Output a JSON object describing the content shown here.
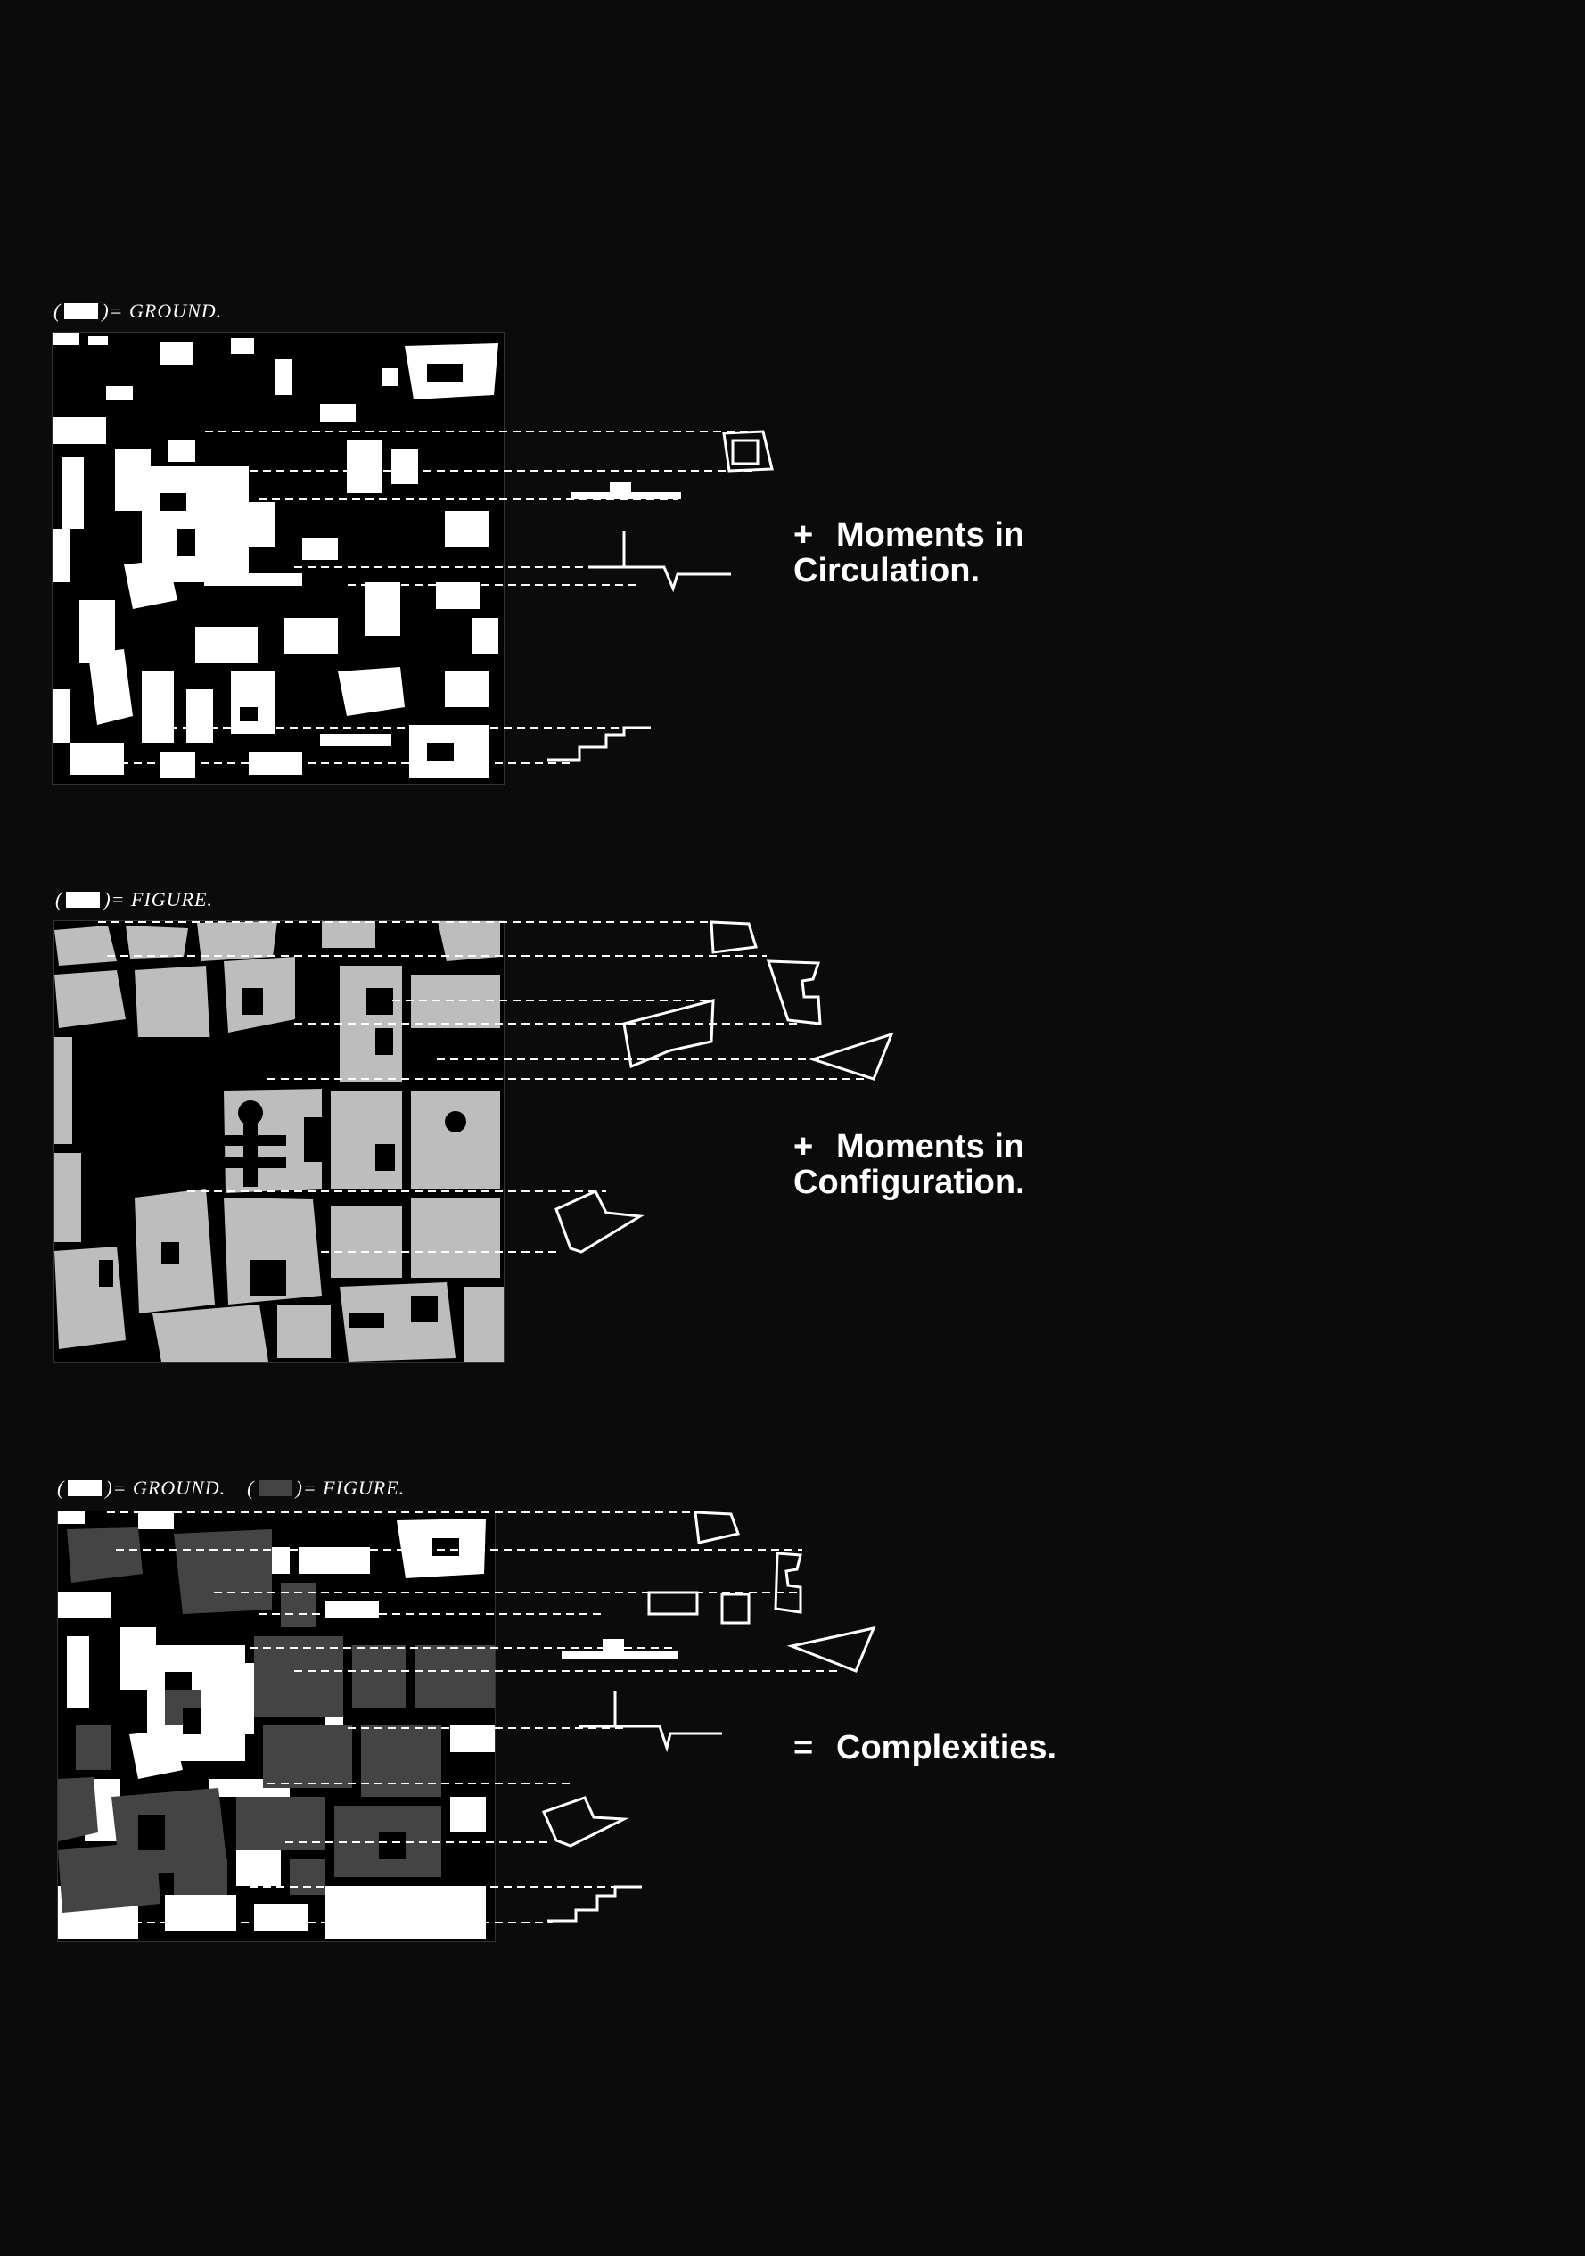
{
  "panels": [
    {
      "legend": [
        {
          "swatch": "white",
          "open": "(",
          "close": ")",
          "text": " = GROUND."
        }
      ],
      "caption": {
        "operator": "+",
        "line1": "Moments in",
        "line2": "Circulation."
      }
    },
    {
      "legend": [
        {
          "swatch": "white",
          "open": "(",
          "close": ")",
          "text": " = FIGURE."
        }
      ],
      "caption": {
        "operator": "+",
        "line1": "Moments in",
        "line2": "Configuration."
      }
    },
    {
      "legend": [
        {
          "swatch": "white",
          "open": "(",
          "close": ")",
          "text": " = GROUND."
        },
        {
          "swatch": "gray",
          "open": "(",
          "close": ")",
          "text": " = FIGURE."
        }
      ],
      "caption": {
        "operator": "=",
        "line1": "Complexities.",
        "line2": ""
      }
    }
  ],
  "colors": {
    "background": "#0c0b0c",
    "ground": "#ffffff",
    "figure_gray": "#bdbdbd",
    "figure_dark": "#444444"
  }
}
